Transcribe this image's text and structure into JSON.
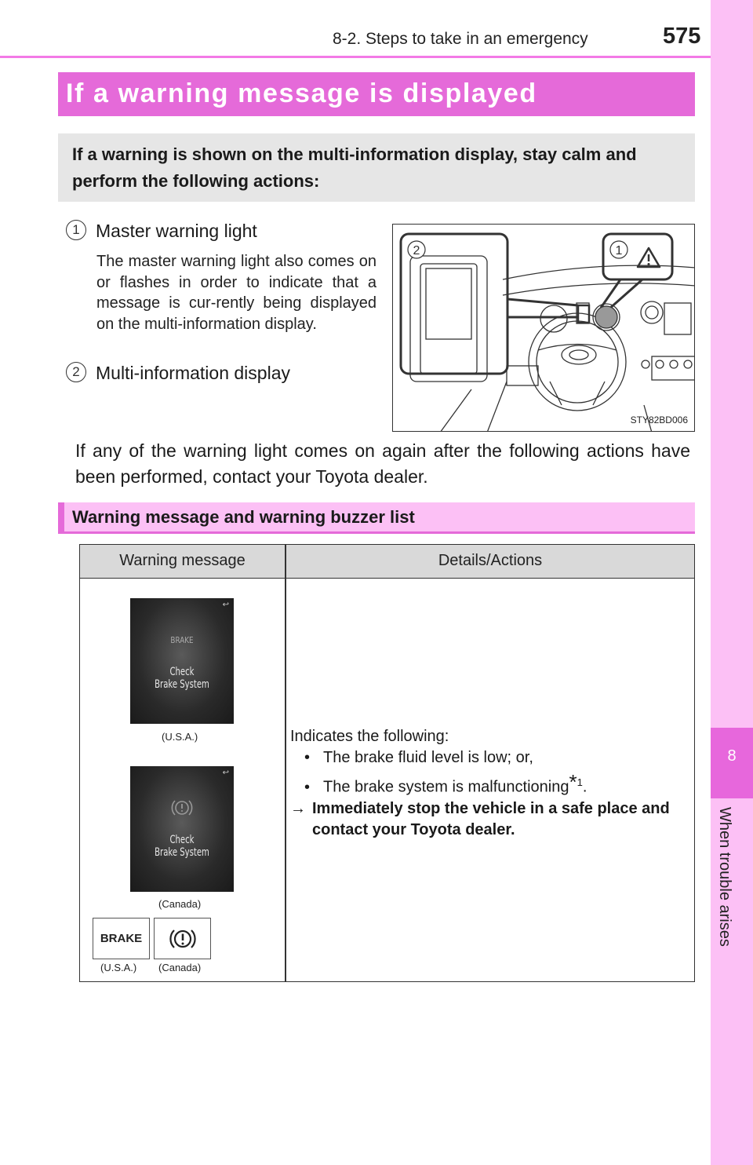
{
  "header": {
    "section": "8-2. Steps to take in an emergency",
    "page_number": "575"
  },
  "side_tab": {
    "chapter_number": "8",
    "chapter_title": "When trouble arises"
  },
  "title": "If a warning message is displayed",
  "intro": "If a warning is shown on the multi-information display, stay calm and perform the following actions:",
  "items": [
    {
      "number": "1",
      "title": "Master warning light",
      "description": "The master warning light also comes on or flashes in order to indicate that a message is cur-rently being displayed on the multi-information display."
    },
    {
      "number": "2",
      "title": "Multi-information display",
      "description": ""
    }
  ],
  "figure": {
    "callouts": [
      "2",
      "1"
    ],
    "code": "STY82BD006"
  },
  "paragraph": "If any of the warning light comes on again after the following actions have been performed, contact your Toyota dealer.",
  "subheading": "Warning message and warning buzzer list",
  "table": {
    "headers": [
      "Warning message",
      "Details/Actions"
    ],
    "row": {
      "screens": [
        {
          "top_label": "BRAKE",
          "line1": "Check",
          "line2": "Brake System",
          "caption": "(U.S.A.)"
        },
        {
          "top_label": "",
          "line1": "Check",
          "line2": "Brake System",
          "caption": "(Canada)"
        }
      ],
      "indicators": [
        {
          "text": "BRAKE",
          "caption": "(U.S.A.)"
        },
        {
          "text": "(!)",
          "caption": "(Canada)"
        }
      ],
      "details_intro": "Indicates the following:",
      "bullets": [
        "The brake fluid level is low; or,",
        "The brake system is malfunctioning"
      ],
      "footnote_mark": "*",
      "footnote_num": "1",
      "arrow": "→",
      "action": "Immediately stop the vehicle in a safe place and contact your Toyota dealer."
    }
  }
}
